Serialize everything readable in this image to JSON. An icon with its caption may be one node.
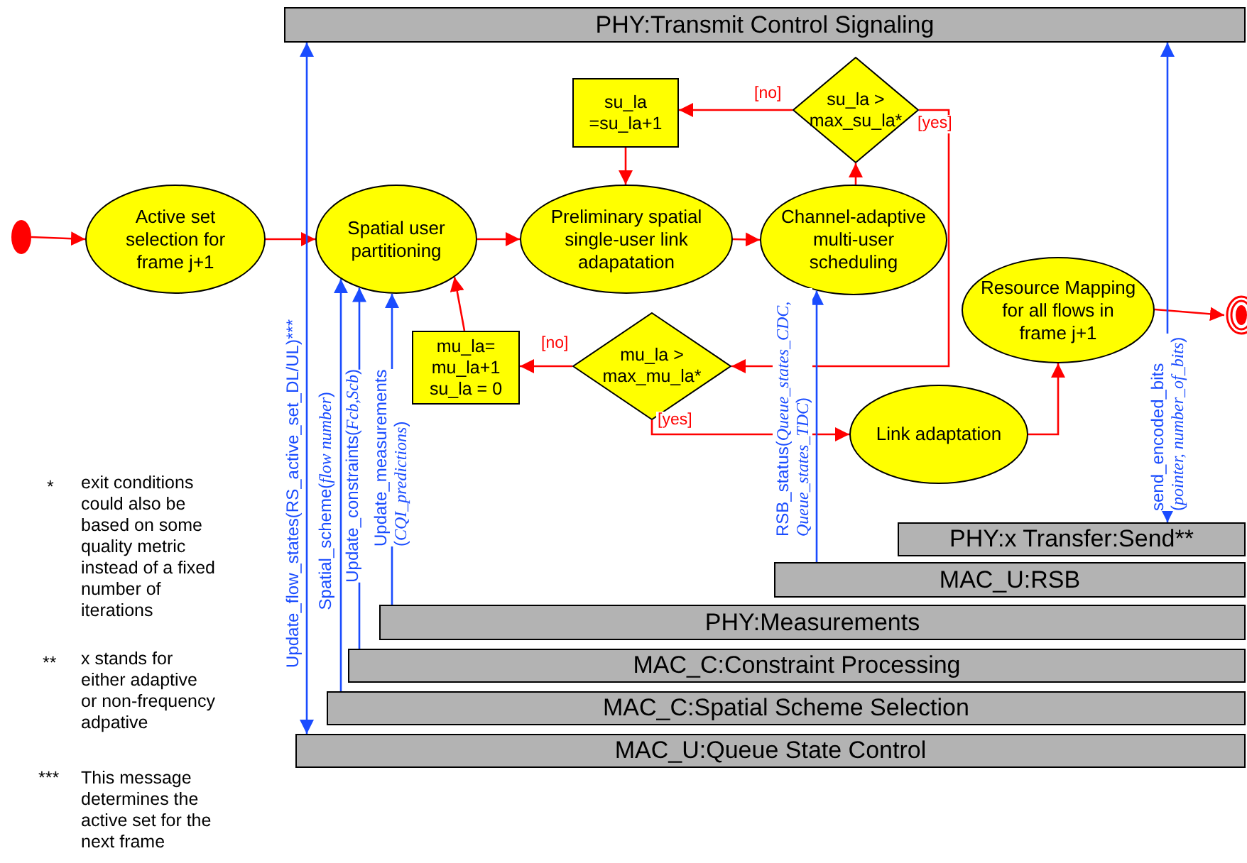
{
  "diagram": {
    "nodes": [
      {
        "text": [
          "PHY:Transmit Control Signaling"
        ]
      },
      {
        "text": [],
        "shape": "circle"
      },
      {
        "text": [
          "Active set selection for frame j+1"
        ]
      },
      {
        "text": [
          "Spatial user partitioning"
        ]
      },
      {
        "text": [
          "Preliminary spatial single-user link adapatation"
        ]
      },
      {
        "text": [
          "Channel-adaptive multi-user scheduling"
        ]
      },
      {
        "text": [
          "su_la =su_la+1"
        ]
      },
      {
        "text": [
          "su_la > max_su_la*"
        ]
      },
      {
        "text": [
          "mu_la= mu_la+1 su_la = 0"
        ]
      },
      {
        "text": [
          "mu_la > max_mu_la*"
        ]
      },
      {
        "text": [
          "Link adaptation"
        ]
      },
      {
        "text": [
          "Resource Mapping for all flows in frame j+1"
        ]
      },
      {
        "text": [],
        "shape": "circle"
      },
      {
        "text": [
          "PHY:x Transfer:Send**"
        ]
      },
      {
        "text": [
          "MAC_U:RSB"
        ]
      },
      {
        "text": [
          "PHY:Measurements"
        ]
      },
      {
        "text": [
          "MAC_C:Constraint Processing"
        ]
      },
      {
        "text": [
          "MAC_C:Spatial Scheme Selection"
        ]
      },
      {
        "text": [
          "MAC_U:Queue State Control"
        ]
      }
    ],
    "edges": [
      {
        "from": 1,
        "to": 2,
        "arrow": "to"
      },
      {
        "from": 2,
        "to": 3,
        "arrow": "to"
      },
      {
        "from": 3,
        "to": 4,
        "arrow": "to"
      },
      {
        "from": 4,
        "to": 5,
        "arrow": "to"
      },
      {
        "from": 5,
        "to": 7,
        "arrow": "to"
      },
      {
        "from": 7,
        "to": 6,
        "arrow": "to",
        "label": "[no]"
      },
      {
        "from": 6,
        "to": 4,
        "arrow": "to"
      },
      {
        "from": 7,
        "to": 9,
        "arrow": "to",
        "label": "[yes]"
      },
      {
        "from": 9,
        "to": 8,
        "arrow": "to",
        "label": "[no]"
      },
      {
        "from": 8,
        "to": 3,
        "arrow": "to"
      },
      {
        "from": 9,
        "to": 10,
        "arrow": "to",
        "label": "[yes]"
      },
      {
        "from": 10,
        "to": 11,
        "arrow": "to"
      },
      {
        "from": 11,
        "to": 12,
        "arrow": "to"
      },
      {
        "from": 0,
        "to": 18,
        "arrow": "both",
        "label": "Update_flow_states(RS_active_set_DL/UL)***",
        "color": "#1a4cff"
      },
      {
        "from": 17,
        "to": 3,
        "arrow": "to",
        "label": "Spatial_scheme(*flow number*)",
        "color": "#1a4cff"
      },
      {
        "from": 16,
        "to": 3,
        "arrow": "to",
        "label": "Update_constraints(*Fcb,Scb*)",
        "color": "#1a4cff"
      },
      {
        "from": 15,
        "to": 3,
        "arrow": "to",
        "label": "Update_measurements (*CQI_predictions*)",
        "color": "#1a4cff"
      },
      {
        "from": 14,
        "to": 5,
        "arrow": "to",
        "label": "RSB_status(*Queue_states_CDC, Queue_states_TDC*)",
        "color": "#1a4cff"
      },
      {
        "from": 0,
        "to": 13,
        "arrow": "both",
        "label": "send_encoded_bits (*pointer, number_of_bits*)",
        "color": "#1a4cff"
      }
    ],
    "labels": [
      "*",
      "exit conditions could also be based on some quality metric instead of a fixed number of iterations",
      "**",
      "x stands for either adaptive or non-frequency adpative",
      "***",
      "This message determines the active set for the next frame"
    ]
  }
}
